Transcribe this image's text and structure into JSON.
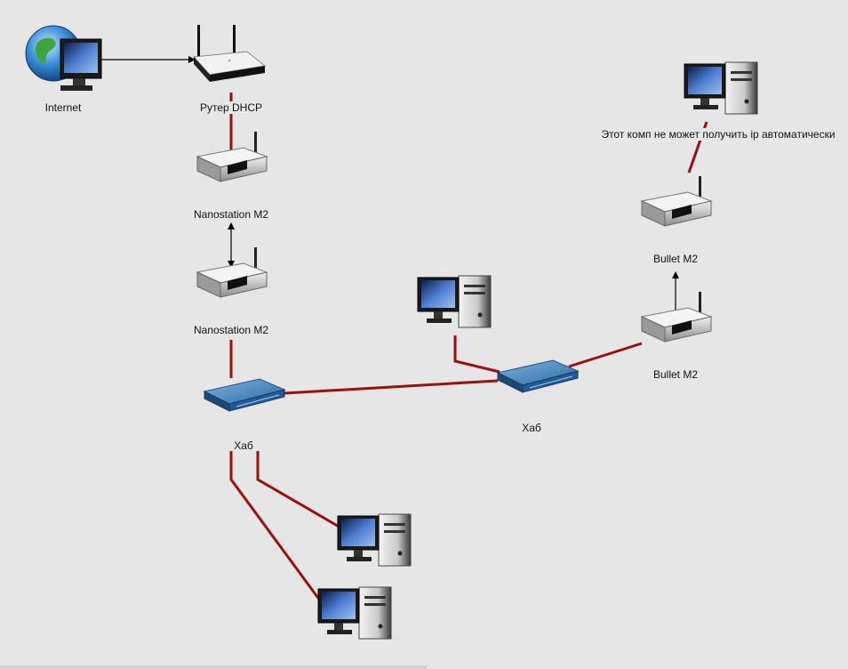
{
  "diagram": {
    "nodes": {
      "internet": {
        "label": "Internet",
        "icon": "globe-monitor-icon"
      },
      "router": {
        "label": "Рутер DHCP",
        "icon": "wifi-router-icon"
      },
      "nano1": {
        "label": "Nanostation M2",
        "icon": "access-point-icon"
      },
      "nano2": {
        "label": "Nanostation M2",
        "icon": "access-point-icon"
      },
      "hub1": {
        "label": "Хаб",
        "icon": "network-hub-icon"
      },
      "hub2": {
        "label": "Хаб",
        "icon": "network-hub-icon"
      },
      "bullet1": {
        "label": "Bullet M2",
        "icon": "access-point-icon"
      },
      "bullet2": {
        "label": "Bullet M2",
        "icon": "access-point-icon"
      },
      "pc_top": {
        "label": "Этот комп не может получить ip автоматически",
        "icon": "desktop-computer-icon"
      },
      "pc_mid": {
        "label": "",
        "icon": "desktop-computer-icon"
      },
      "pc_b1": {
        "label": "",
        "icon": "desktop-computer-icon"
      },
      "pc_b2": {
        "label": "",
        "icon": "desktop-computer-icon"
      }
    },
    "colors": {
      "background": "#e6e6e6",
      "wired_link": "#9b0f0f",
      "wireless_link": "#000000"
    }
  }
}
